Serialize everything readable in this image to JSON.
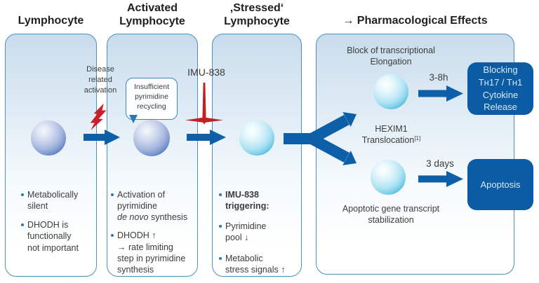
{
  "colors": {
    "arrow_blue": "#0d5fa8",
    "panel_border": "#4b90bd",
    "result_box_blue": "#0b5ca4",
    "alert_red": "#c8202a",
    "cell_blue_ring": "#1a5aa5",
    "cell_cyan_ring": "#0f9ccd"
  },
  "col1": {
    "header": "Lymphocyte",
    "bullet1_lines": [
      "Metabolically",
      "silent"
    ],
    "bullet2_lines": [
      "DHODH is",
      "functionally",
      "not important"
    ]
  },
  "col2": {
    "header": "Activated Lymphocyte",
    "activation_note_lines": [
      "Disease",
      "related",
      "activation"
    ],
    "recycling_note_lines": [
      "Insufficient",
      "pyrimidine",
      "recycling"
    ],
    "bullet1_lines": [
      "Activation of",
      "pyrimidine"
    ],
    "bullet1_line3_italic": "de novo",
    "bullet1_line3_rest": " synthesis",
    "bullet2_line1": "DHODH ↑",
    "bullet2_lines": [
      "→ rate limiting",
      "step in pyrimidine",
      "synthesis"
    ]
  },
  "col3": {
    "header": "‚Stressed‘ Lymphocyte",
    "drug_label": "IMU-838",
    "bullet1_lines": [
      "IMU-838",
      "triggering:"
    ],
    "bullet2_lines": [
      "Pyrimidine",
      "pool ↓"
    ],
    "bullet3_lines": [
      "Metabolic",
      "stress signals ↑"
    ]
  },
  "effects": {
    "header": "→  Pharmacological Effects",
    "upper_caption_lines": [
      "Block of transcriptional",
      "Elongation"
    ],
    "upper_duration": "3-8h",
    "upper_result_lines": [
      "Blocking",
      "Tʜ17 / Tʜ1",
      "Cytokine",
      "Release"
    ],
    "hexim_line1": "HEXIM1",
    "hexim_line2": "Translocation",
    "hexim_sup": "[1]",
    "lower_duration": "3 days",
    "lower_result": "Apoptosis",
    "lower_caption_lines": [
      "Apoptotic gene transcript",
      "stabilization"
    ]
  }
}
